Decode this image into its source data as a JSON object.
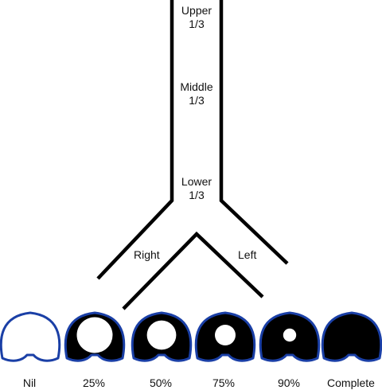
{
  "segments": [
    "Upper\n1/3",
    "Middle\n1/3",
    "Lower\n1/3"
  ],
  "branches": {
    "right": "Right",
    "left": "Left"
  },
  "stenosis": [
    {
      "label": "Nil",
      "open_fraction": 1.0
    },
    {
      "label": "25%",
      "open_fraction": 0.75
    },
    {
      "label": "50%",
      "open_fraction": 0.5
    },
    {
      "label": "75%",
      "open_fraction": 0.25
    },
    {
      "label": "90%",
      "open_fraction": 0.1
    },
    {
      "label": "Complete",
      "open_fraction": 0.0
    }
  ],
  "colors": {
    "outline": "#1a3fa6",
    "fill": "#000000",
    "line": "#000000"
  }
}
